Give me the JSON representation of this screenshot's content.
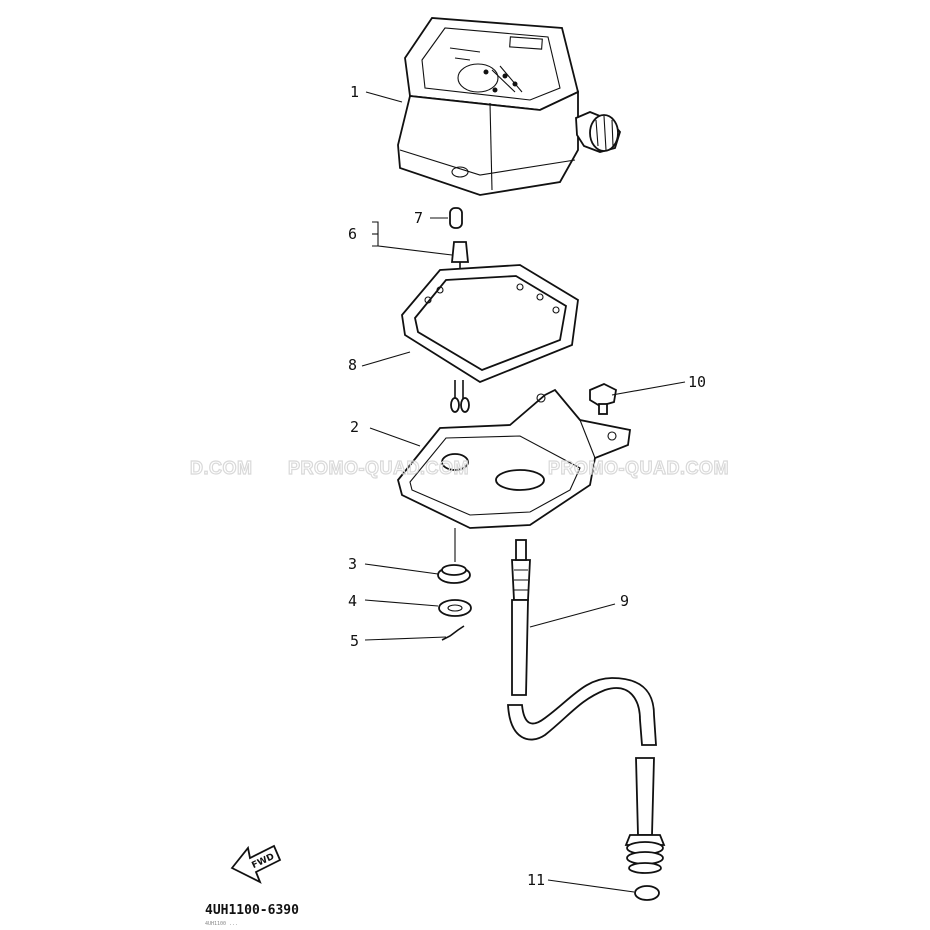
{
  "diagram": {
    "part_code": "4UH1100-6390",
    "fine_print": "4UH1100 ...",
    "direction_marker": "FWD",
    "watermarks": [
      "D.COM",
      "PROMO-QUAD.COM",
      "PROMO-QUAD.COM"
    ],
    "callouts": [
      {
        "id": "1",
        "label": "1"
      },
      {
        "id": "2",
        "label": "2"
      },
      {
        "id": "3",
        "label": "3"
      },
      {
        "id": "4",
        "label": "4"
      },
      {
        "id": "5",
        "label": "5"
      },
      {
        "id": "6",
        "label": "6"
      },
      {
        "id": "7",
        "label": "7"
      },
      {
        "id": "8",
        "label": "8"
      },
      {
        "id": "9",
        "label": "9"
      },
      {
        "id": "10",
        "label": "10"
      },
      {
        "id": "11",
        "label": "11"
      }
    ]
  }
}
